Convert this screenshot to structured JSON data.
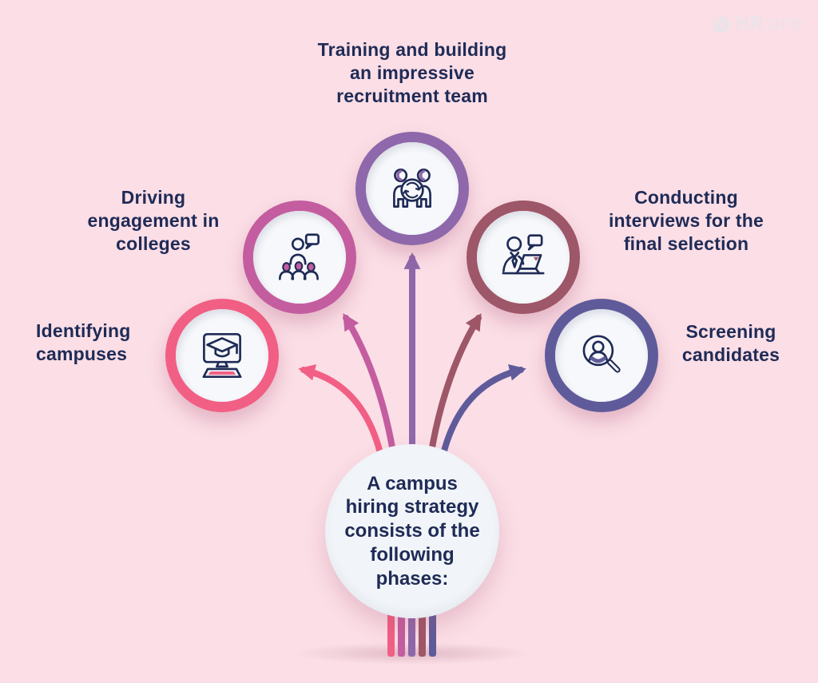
{
  "palette": {
    "background": "#FBDEE6",
    "ink": "#1F2B56",
    "node_inner": "#F6F8FB",
    "center_fill": "#F1F5F9",
    "logo_color": "#EBE3E9"
  },
  "logo": {
    "hr": "HR",
    "one": "one",
    "icon": "hrone-swirl-icon"
  },
  "center": {
    "text": "A campus hiring strategy consists of the following phases:",
    "lines": [
      "A campus",
      "hiring strategy",
      "consists of the",
      "following",
      "phases:"
    ]
  },
  "phases": [
    {
      "id": "identifying-campuses",
      "label": "Identifying campuses",
      "lines": [
        "Identifying",
        "campuses"
      ],
      "color": "#F25F84",
      "icon": "campus-computer-icon"
    },
    {
      "id": "driving-engagement",
      "label": "Driving engagement in colleges",
      "lines": [
        "Driving",
        "engagement in",
        "colleges"
      ],
      "color": "#C45DA0",
      "icon": "college-audience-icon"
    },
    {
      "id": "training-team",
      "label": "Training and building an impressive recruitment team",
      "lines": [
        "Training and building",
        "an impressive",
        "recruitment team"
      ],
      "color": "#8E68AB",
      "icon": "recruitment-team-icon"
    },
    {
      "id": "conducting-interviews",
      "label": "Conducting interviews for the final selection",
      "lines": [
        "Conducting",
        "interviews for the",
        "final selection"
      ],
      "color": "#9E5768",
      "icon": "interview-laptop-icon"
    },
    {
      "id": "screening-candidates",
      "label": "Screening candidates",
      "lines": [
        "Screening",
        "candidates"
      ],
      "color": "#5F5B9B",
      "icon": "candidate-search-icon"
    }
  ]
}
